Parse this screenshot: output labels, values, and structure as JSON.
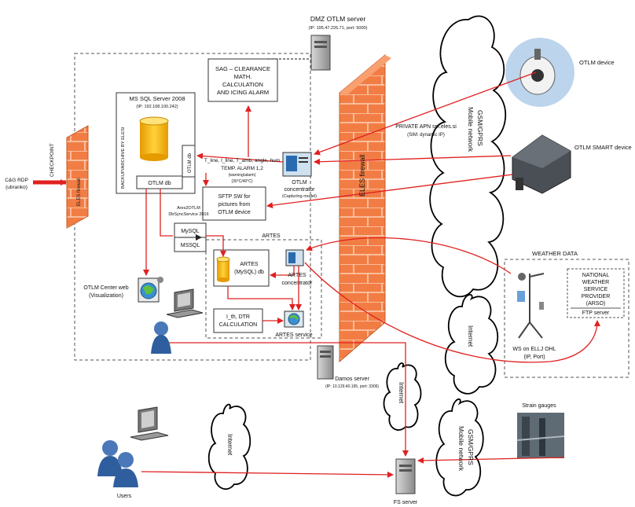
{
  "labels": {
    "dmz_title": "DMZ OTLM server",
    "dmz_ip": "(IP: 195.47.226.71, port: 5000)",
    "sag_l1": "SAG – CLEARANCE",
    "sag_l2": "MATH.",
    "sag_l3": "CALCULATION",
    "sag_l4": "AND ICING ALARM",
    "mssql_title": "MS SQL Server 2008",
    "mssql_ip": "(IP: 192.168.100.242)",
    "backup": "BACKUP/ARCHIVE BY ELESI",
    "otlm_db": "OTLM db",
    "otlm_db_vert": "OTLM db",
    "checkpoint": "CHECKPOINT",
    "eles_firewall_small": "ELES firewall",
    "cg_rdp_l1": "C&G RDP",
    "cg_rdp_l2": "(ubranko)",
    "params": "T_line, I_line, T_amb, angle, hum",
    "temp_alarm": "TEMP. ALARM 1,2",
    "warning_alarm": "(warning/alarm)",
    "thresholds": "(30°C/40°C)",
    "conc_l1": "OTLM",
    "conc_l2": "concentrator",
    "conc_l3": "(Capturing model)",
    "sftp_l1": "SFTP SW for",
    "sftp_l2": "pictures from",
    "sftp_l3": "OTLM device",
    "ares2otlm_l1": "Ares2OTLM",
    "ares2otlm_l2": "DbSyncService 2016",
    "mysql": "MySQL",
    "mssql": "MSSQL",
    "artes": "ARTES",
    "artes_db_l1": "ARTES",
    "artes_db_l2": "(MySQL) db",
    "artes_conc_l1": "ARTES",
    "artes_conc_l2": "concentrator",
    "dtr_l1": "I_th, DTR",
    "dtr_l2": "CALCULATION",
    "artes_service": "ARTES service",
    "otlm_web_l1": "OTLM Center web",
    "otlm_web_l2": "(Visualization)",
    "damos_title": "Damos server",
    "damos_ip": "(IP: 10.129.40.195, port: 3306)",
    "eles_firewall_big": "ELES firewall",
    "internet_mid": "Internet",
    "internet_right": "Internet",
    "internet_bottom": "Internet",
    "apn_l1": "PRIVATE APN spi.eles.si",
    "apn_l2": "(SIM: dynamic IP)",
    "gsm_top_l1": "GSM/GPRS",
    "gsm_top_l2": "Mobile network",
    "gsm_bottom_l1": "GSM/GPRS",
    "gsm_bottom_l2": "Mobile network",
    "otlm_device": "OTLM device",
    "otlm_smart": "OTLM SMART device",
    "weather_data": "WEATHER DATA",
    "nws_l1": "NATIONAL",
    "nws_l2": "WEATHER",
    "nws_l3": "SERVICE",
    "nws_l4": "PROVIDER",
    "nws_l5": "(ARSO)",
    "ftp_server": "FTP server",
    "ws_l1": "WS on ELLJ OHL",
    "ws_l2": "(IP, Port)",
    "strain_gauges": "Strain gauges",
    "users": "Users",
    "fs_server": "FS server"
  },
  "colors": {
    "arrow": "#e02020",
    "firewall": "#f07a40",
    "db": "#f5b400",
    "dashed": "#555555"
  }
}
